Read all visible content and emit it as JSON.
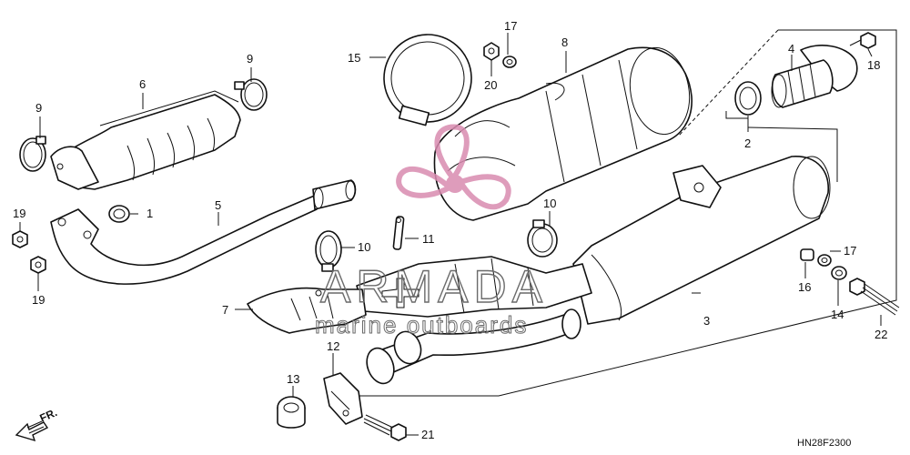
{
  "diagram": {
    "drawing_code": "HN28F2300",
    "direction_label": "FR.",
    "watermark": {
      "brand": "ARMADA",
      "tagline": "marine outboards",
      "color": "#d98bb0"
    },
    "callouts": [
      "1",
      "2",
      "3",
      "4",
      "5",
      "6",
      "7",
      "8",
      "9",
      "9",
      "10",
      "10",
      "11",
      "12",
      "13",
      "14",
      "15",
      "16",
      "17",
      "17",
      "18",
      "19",
      "19",
      "20",
      "21",
      "22"
    ]
  }
}
